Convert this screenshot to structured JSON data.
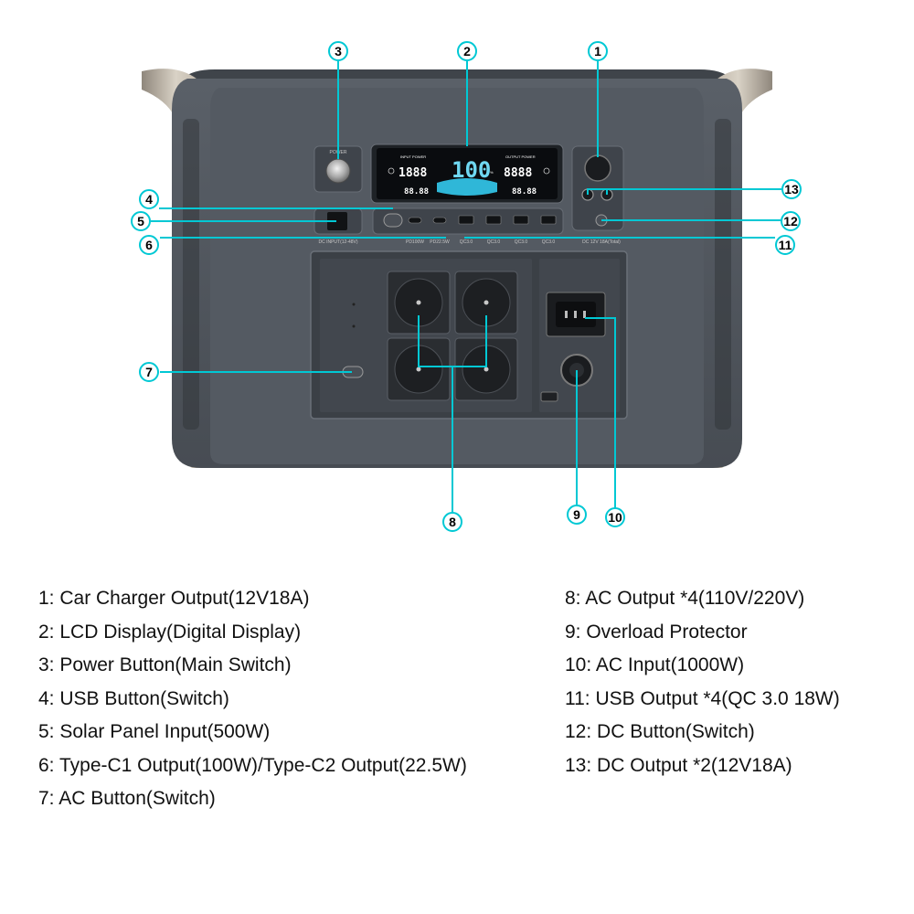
{
  "device": {
    "power_label": "POWER",
    "dc_input_label": "DC INPUT(12-48V)",
    "pd100w_label": "PD100W",
    "pd225w_label": "PD22.5W",
    "qc_label": "QC3.0",
    "dc_output_label": "DC 12V 18A(Total)",
    "lcd": {
      "input_power_label": "INPUT POWER",
      "output_power_label": "OUTPUT POWER",
      "input_value": "1888",
      "output_value": "8888",
      "battery_percent": "100",
      "percent_sign": "%",
      "left_time": "88.88",
      "right_time": "88.88"
    }
  },
  "callouts": [
    "1",
    "2",
    "3",
    "4",
    "5",
    "6",
    "7",
    "8",
    "9",
    "10",
    "11",
    "12",
    "13"
  ],
  "legend": {
    "left": [
      "1: Car Charger Output(12V18A)",
      "2: LCD Display(Digital Display)",
      "3: Power Button(Main Switch)",
      "4: USB Button(Switch)",
      "5: Solar Panel Input(500W)",
      "6: Type-C1 Output(100W)/Type-C2 Output(22.5W)",
      "7: AC Button(Switch)"
    ],
    "right": [
      "8: AC Output *4(110V/220V)",
      "9: Overload Protector",
      "10: AC Input(1000W)",
      "11: USB Output *4(QC 3.0 18W)",
      "12: DC Button(Switch)",
      "13: DC Output *2(12V18A)"
    ]
  },
  "colors": {
    "accent": "#00c8d4",
    "body": "#50565e",
    "frame": "#b8aea0",
    "lcd_cyan": "#6fd8f2"
  }
}
